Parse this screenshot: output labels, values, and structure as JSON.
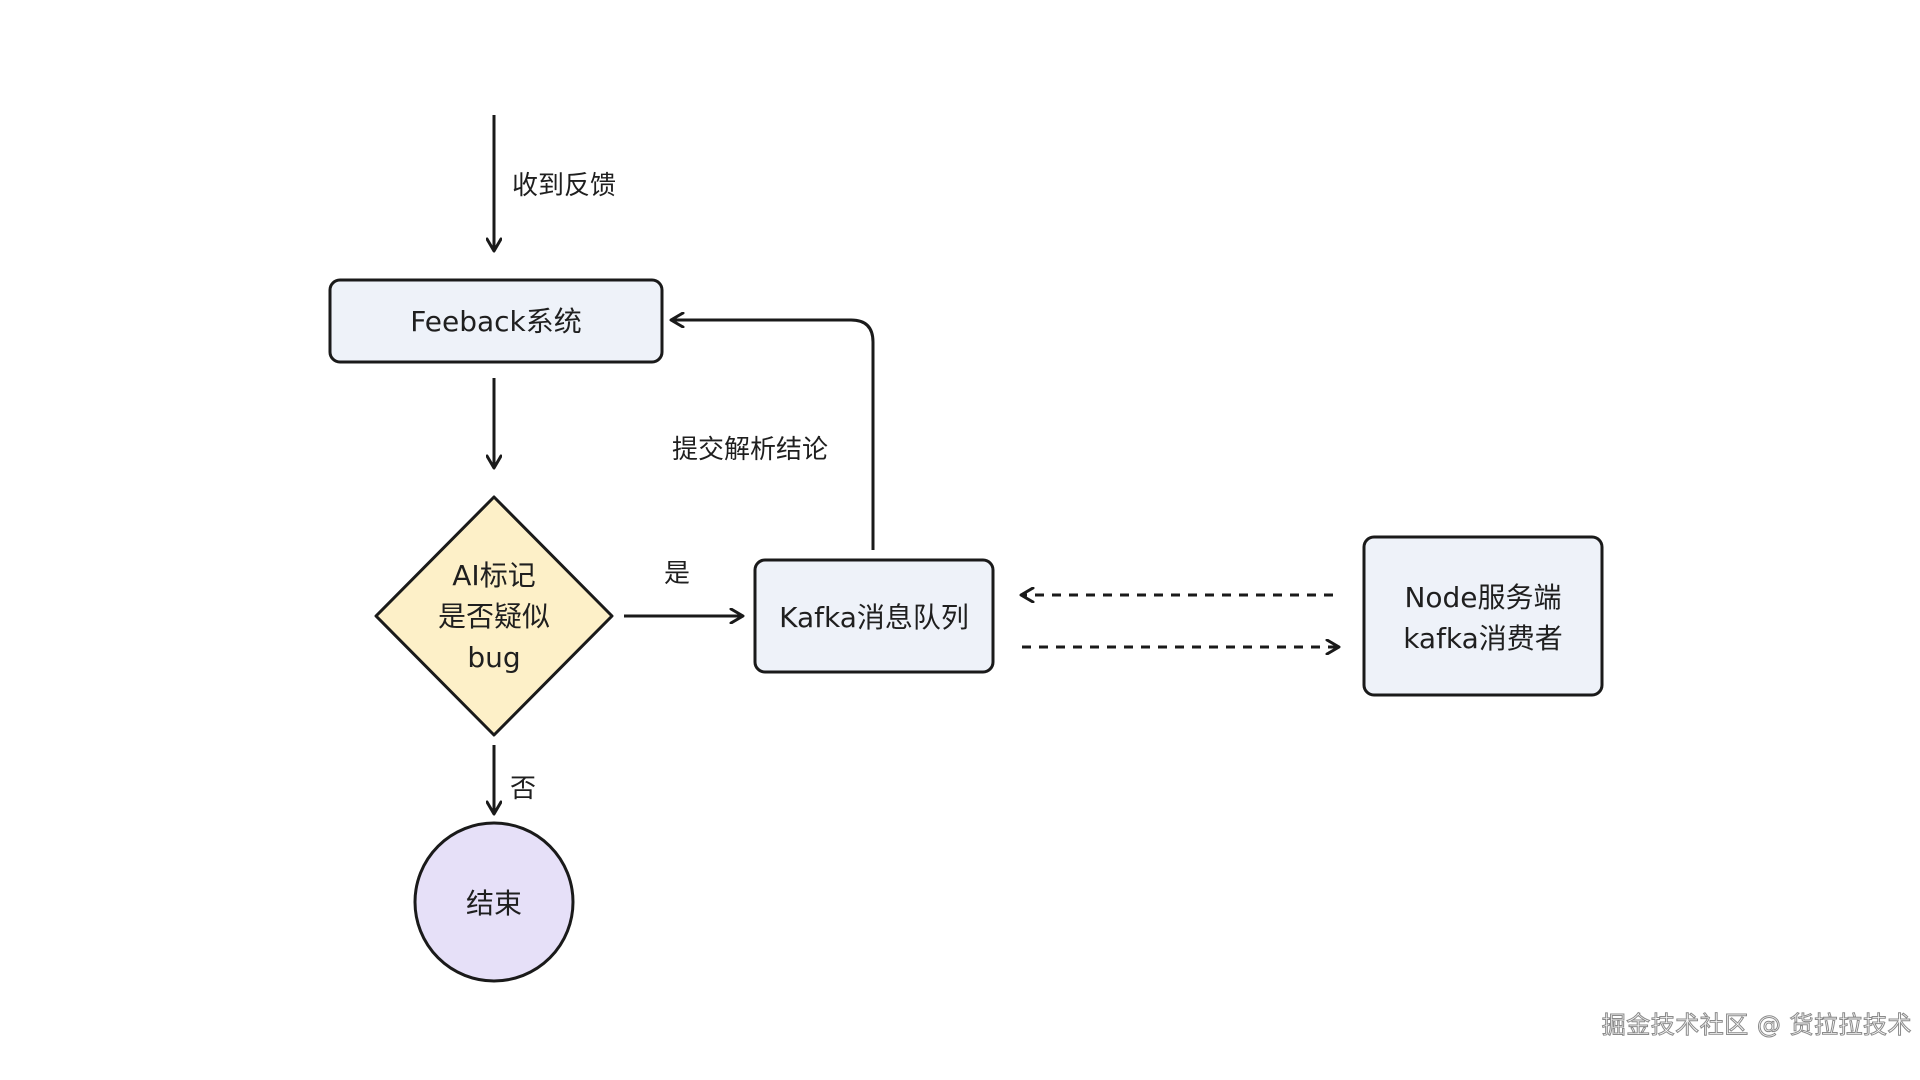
{
  "nodes": {
    "feedback_system": "Feeback系统",
    "ai_decision": [
      "AI标记",
      "是否疑似",
      "bug"
    ],
    "kafka_queue": "Kafka消息队列",
    "node_consumer": [
      "Node服务端",
      "kafka消费者"
    ],
    "end": "结束"
  },
  "edges": {
    "receive_feedback": "收到反馈",
    "submit_conclusion": "提交解析结论",
    "yes": "是",
    "no": "否"
  },
  "watermark": "掘金技术社区 @ 货拉拉技术",
  "colors": {
    "box_fill": "#eef2f9",
    "decision_fill": "#fdf0c8",
    "end_fill": "#e6e0f8",
    "stroke": "#1a1a1a"
  }
}
